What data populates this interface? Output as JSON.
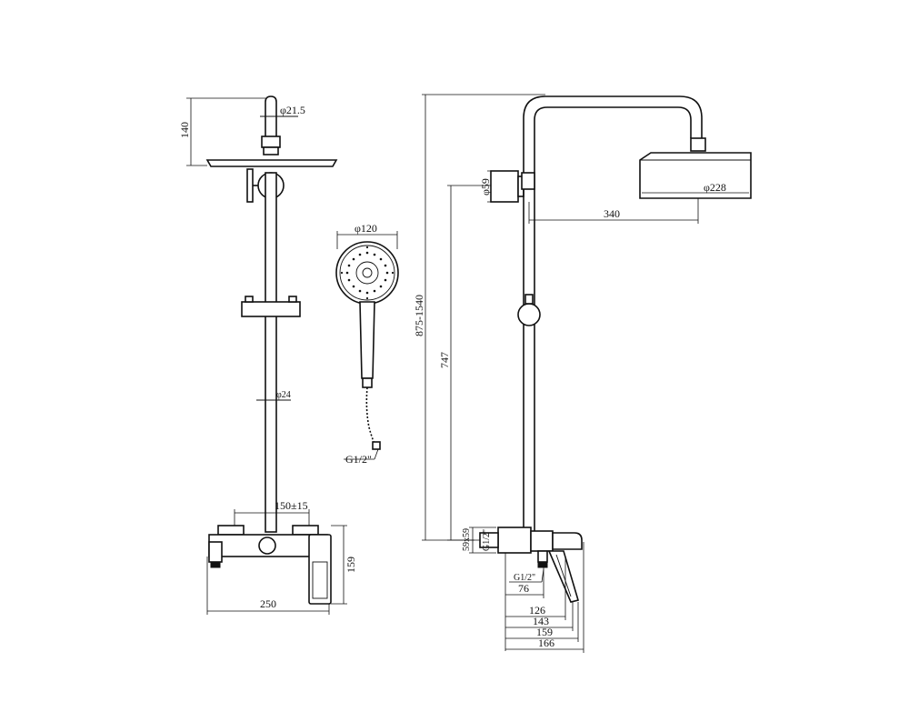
{
  "drawing": {
    "front_view": {
      "head_height": "140",
      "arm_diameter": "φ21.5",
      "rail_diameter": "φ24",
      "centers": "150±15",
      "valve_width": "250",
      "valve_height": "159"
    },
    "hand_shower": {
      "head_diameter": "φ120",
      "hose_thread": "G1/2\""
    },
    "side_view": {
      "total_height": "875-1540",
      "rail_height": "747",
      "bracket_diameter": "φ59",
      "arm_reach": "340",
      "head_diameter": "φ228",
      "outlet_box": "59x59",
      "inlet_thread_top": "G1/2\"",
      "inlet_thread_bottom": "G1/2\"",
      "depth_76": "76",
      "depth_126": "126",
      "depth_143": "143",
      "depth_159": "159",
      "depth_166": "166"
    }
  }
}
